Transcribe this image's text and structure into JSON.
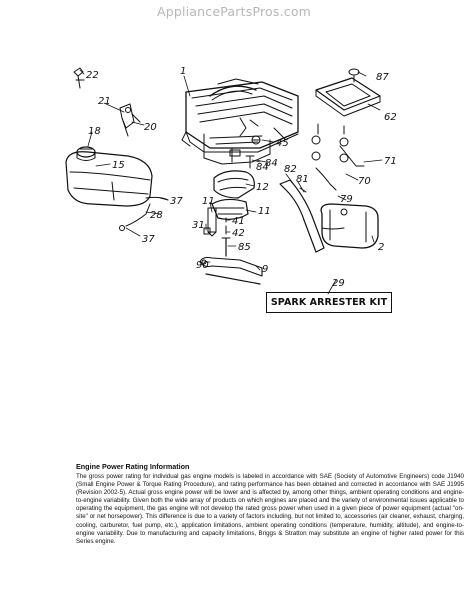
{
  "watermark": "AppliancePartsPros.com",
  "callouts": {
    "c1": "1",
    "c22": "22",
    "c87": "87",
    "c62": "62",
    "c21": "21",
    "c20": "20",
    "c18": "18",
    "c45": "45",
    "c84a": "84",
    "c84b": "84",
    "c15": "15",
    "c82": "82",
    "c71": "71",
    "c70": "70",
    "c12": "12",
    "c81": "81",
    "c37a": "37",
    "c79": "79",
    "c11a": "11",
    "c11b": "11",
    "c28": "28",
    "c41": "41",
    "c31": "31",
    "c42": "42",
    "c37b": "37",
    "c2": "2",
    "c85": "85",
    "c90": "90",
    "c9": "9",
    "c29": "29"
  },
  "spark_arrester_label": "SPARK ARRESTER KIT",
  "info": {
    "title": "Engine Power Rating Information",
    "body": "The gross power rating for individual gas engine models is labeled in accordance with SAE (Society of Automotive Engineers) code J1940 (Small Engine Power & Torque Rating Procedure), and rating performance has been obtained and corrected in accordance with SAE J1995 (Revision 2002-5). Actual gross engine power will be lower and is affected by, among other things, ambient operating conditions and engine-to-engine variability. Given both the wide array of products on which engines are placed and the variety of environmental issues applicable to operating the equipment, the gas engine will not develop the rated gross power when used in a given piece of power equipment (actual \"on-site\" or net horsepower). This difference is due to a variety of factors including, but not limited to, accessories (air cleaner, exhaust, charging, cooling, carburetor, fuel pump, etc.), application limitations, ambient operating conditions (temperature, humidity, altitude), and engine-to-engine variability. Due to manufacturing and capacity limitations, Briggs & Stratton may substitute an engine of higher rated power for this Series engine."
  }
}
